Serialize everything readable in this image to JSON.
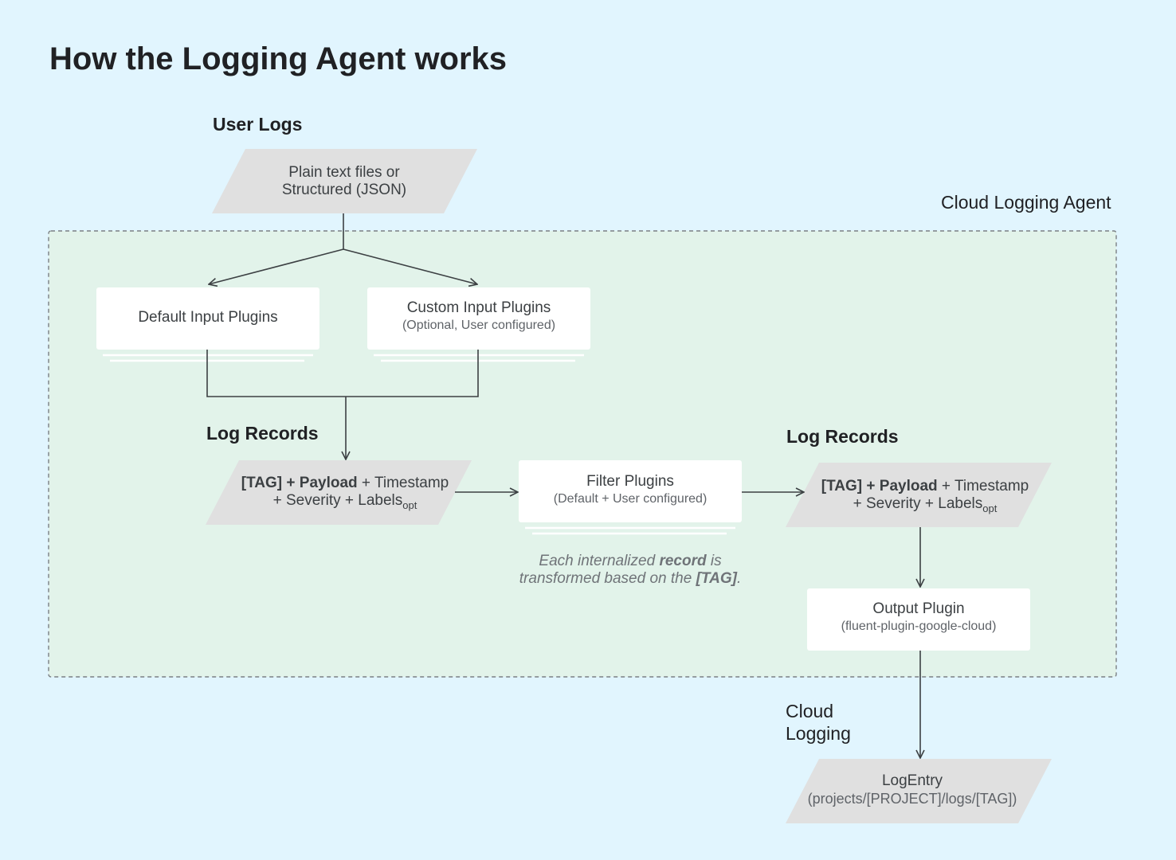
{
  "title": "How the Logging Agent works",
  "colors": {
    "background": "#e1f5fe",
    "agent_area": "#e2f3ea",
    "agent_border": "#7a7f84",
    "parallelogram": "#e0e0e0",
    "box": "#ffffff",
    "connector": "#3c4043"
  },
  "labels": {
    "user_logs": "User Logs",
    "cloud_logging_agent": "Cloud Logging Agent",
    "log_records_left": "Log Records",
    "log_records_right": "Log Records",
    "cloud_logging_line1": "Cloud",
    "cloud_logging_line2": "Logging"
  },
  "nodes": {
    "user_logs_source": {
      "line1": "Plain text files or",
      "line2": "Structured (JSON)"
    },
    "default_input": {
      "label": "Default Input Plugins"
    },
    "custom_input": {
      "label": "Custom Input Plugins",
      "sublabel": "(Optional, User configured)"
    },
    "record_left": {
      "tag": "[TAG]",
      "plus1": " + ",
      "payload": "Payload",
      "rest1": " + Timestamp",
      "rest2": "+ Severity + Labels",
      "opt": "opt"
    },
    "filter": {
      "label": "Filter Plugins",
      "sublabel": "(Default + User configured)"
    },
    "record_right": {
      "tag": "[TAG]",
      "plus1": " + ",
      "payload": "Payload",
      "rest1": " + Timestamp",
      "rest2": "+ Severity + Labels",
      "opt": "opt"
    },
    "output": {
      "label": "Output Plugin",
      "sublabel": "(fluent-plugin-google-cloud)"
    },
    "log_entry": {
      "label": "LogEntry",
      "sublabel": "(projects/[PROJECT]/logs/[TAG])"
    }
  },
  "note": {
    "part1": "Each internalized ",
    "record": "record",
    "part2": " is",
    "part3": "transformed based on the ",
    "tag": "[TAG]",
    "part4": "."
  }
}
